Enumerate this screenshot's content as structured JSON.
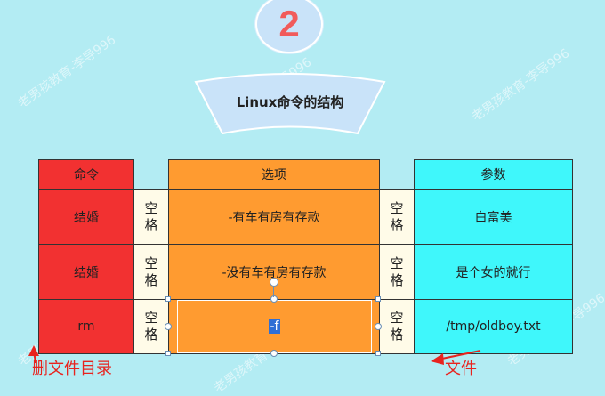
{
  "section_number": "2",
  "title": "Linux命令的结构",
  "headers": {
    "command": "命令",
    "option": "选项",
    "argument": "参数"
  },
  "space_label": "空\n格",
  "rows": [
    {
      "command": "结婚",
      "option": "-有车有房有存款",
      "argument": "白富美"
    },
    {
      "command": "结婚",
      "option": "-没有车有房有存款",
      "argument": "是个女的就行"
    },
    {
      "command": "rm",
      "option": "-f",
      "argument": "/tmp/oldboy.txt"
    }
  ],
  "annotations": {
    "left": "删文件目录",
    "right": "文件"
  },
  "watermark": "老男孩教育-李导996",
  "colors": {
    "background": "#b3ecf3",
    "command_col": "#f23131",
    "option_col": "#ff9b30",
    "argument_col": "#3ff7fb",
    "space_col": "#fffbe8",
    "annotation": "#e8231e"
  }
}
